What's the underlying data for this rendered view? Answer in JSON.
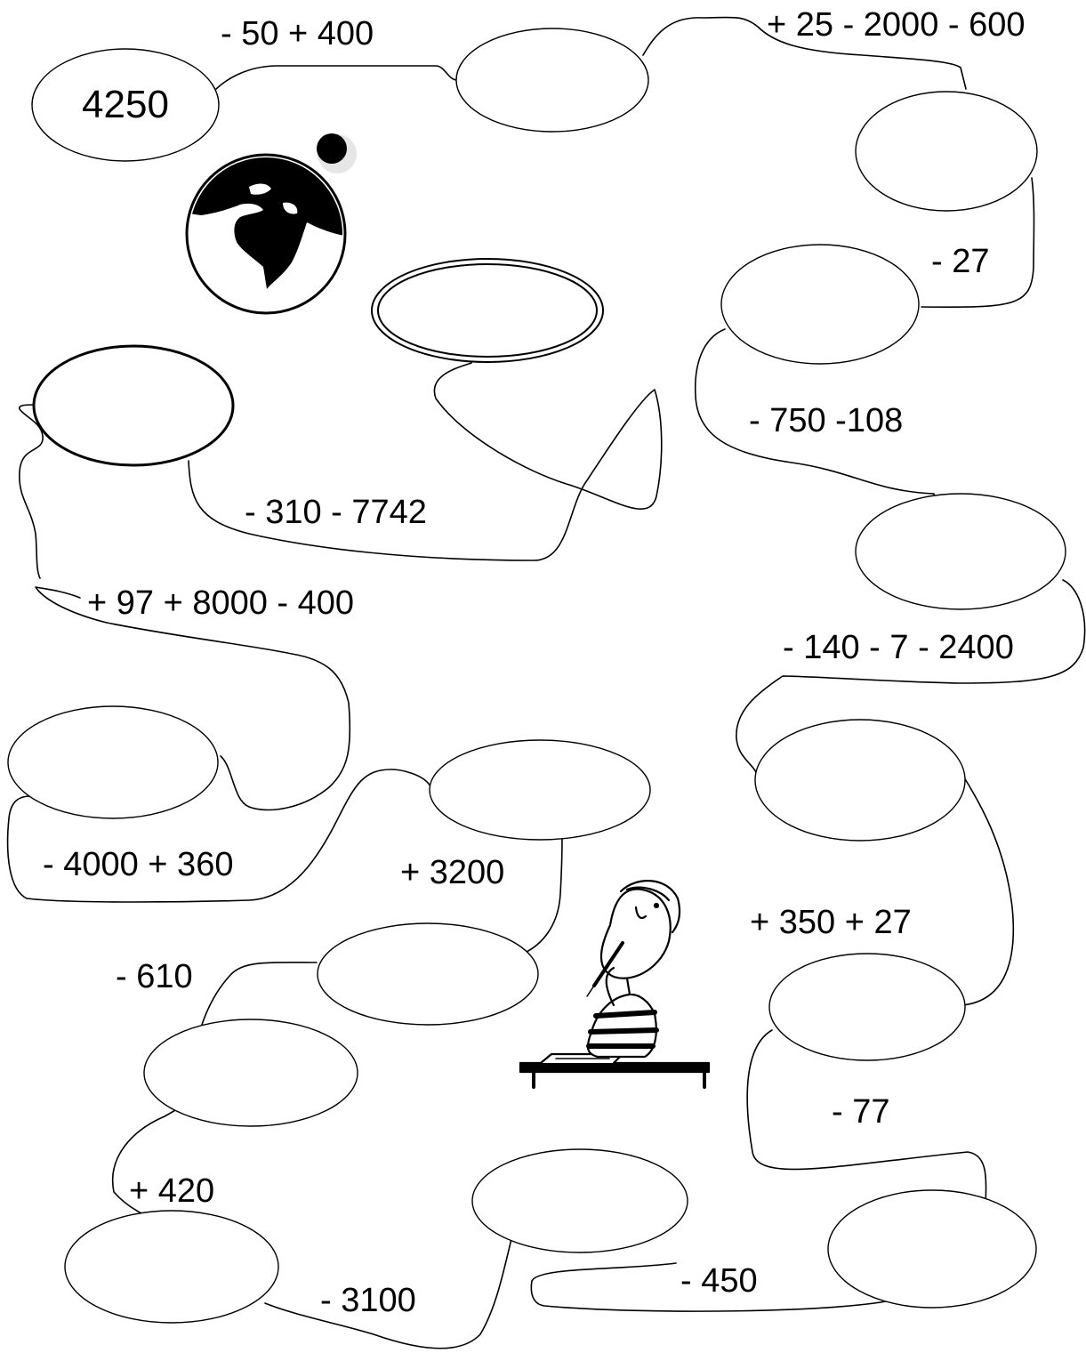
{
  "worksheet": {
    "start_value": "4250",
    "steps": [
      "- 50 + 400",
      "+ 25 - 2000 - 600",
      "- 27",
      "- 750 -108",
      "- 140 - 7 - 2400",
      "+ 350 + 27",
      "- 77",
      "- 450",
      "- 3100",
      "+ 420",
      "- 610",
      "+ 3200",
      "- 4000 + 360",
      "+ 97 + 8000 - 400",
      "- 310 - 7742"
    ],
    "illustrations": [
      "globe-icon",
      "moon-icon",
      "student-thinking-icon"
    ],
    "colors": {
      "line": "#000000",
      "background": "#ffffff"
    }
  }
}
